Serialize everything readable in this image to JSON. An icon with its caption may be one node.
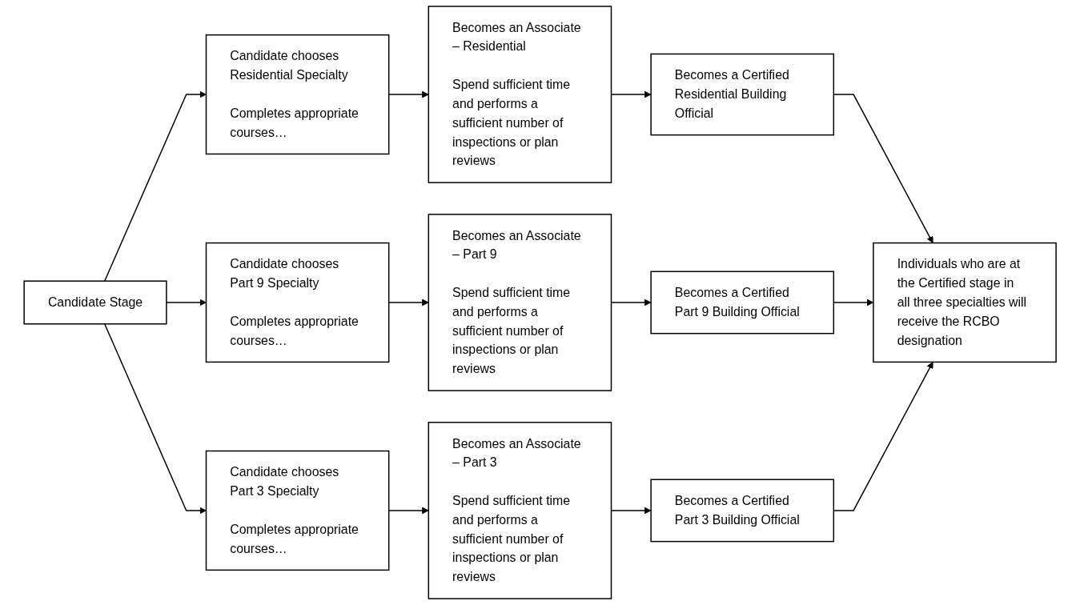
{
  "diagram": {
    "nodes": [
      {
        "text": [
          "Candidate Stage"
        ]
      },
      {
        "text": [
          "Candidate chooses Residential Specialty",
          "Completes appropriate courses…"
        ]
      },
      {
        "text": [
          "Becomes an Associate – Residential",
          "Spend sufficient time and performs a sufficient number of inspections or plan reviews"
        ]
      },
      {
        "text": [
          "Becomes a Certified Residential Building Official"
        ]
      },
      {
        "text": [
          "Candidate chooses Part 9 Specialty",
          "Completes appropriate courses…"
        ]
      },
      {
        "text": [
          "Becomes an Associate – Part 9",
          "Spend sufficient time and performs a sufficient number of inspections or plan reviews"
        ]
      },
      {
        "text": [
          "Becomes a Certified Part 9 Building Official"
        ]
      },
      {
        "text": [
          "Candidate chooses Part 3 Specialty",
          "Completes appropriate courses…"
        ]
      },
      {
        "text": [
          "Becomes an Associate – Part 3",
          "Spend sufficient time and performs a sufficient number of inspections or plan reviews"
        ]
      },
      {
        "text": [
          "Becomes a Certified Part 3 Building Official"
        ]
      },
      {
        "text": [
          "Individuals who are at the Certified stage in all three specialties will receive the RCBO designation"
        ]
      }
    ],
    "edges": [
      {
        "from": 0,
        "to": 1,
        "arrow": "to"
      },
      {
        "from": 0,
        "to": 4,
        "arrow": "to"
      },
      {
        "from": 0,
        "to": 7,
        "arrow": "to"
      },
      {
        "from": 1,
        "to": 2,
        "arrow": "to"
      },
      {
        "from": 2,
        "to": 3,
        "arrow": "to"
      },
      {
        "from": 3,
        "to": 10,
        "arrow": "to"
      },
      {
        "from": 4,
        "to": 5,
        "arrow": "to"
      },
      {
        "from": 5,
        "to": 6,
        "arrow": "to"
      },
      {
        "from": 6,
        "to": 10,
        "arrow": "to"
      },
      {
        "from": 7,
        "to": 8,
        "arrow": "to"
      },
      {
        "from": 8,
        "to": 9,
        "arrow": "to"
      },
      {
        "from": 9,
        "to": 10,
        "arrow": "to"
      }
    ]
  }
}
